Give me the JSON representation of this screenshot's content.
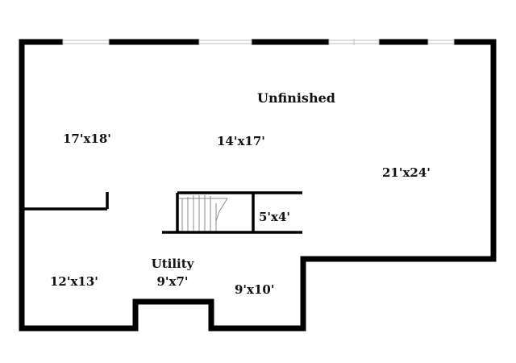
{
  "floorplan": {
    "title": "Unfinished",
    "rooms": [
      {
        "id": "room-left",
        "dim": "17'x18'"
      },
      {
        "id": "room-center",
        "dim": "14'x17'"
      },
      {
        "id": "room-right",
        "dim": "21'x24'"
      },
      {
        "id": "closet",
        "dim": "5'x4'"
      },
      {
        "id": "room-lower-left",
        "dim": "12'x13'"
      },
      {
        "id": "utility",
        "name": "Utility",
        "dim": "9'x7'"
      },
      {
        "id": "room-lower-right",
        "dim": "9'x10'"
      }
    ],
    "colors": {
      "wall": "#000000",
      "window": "#cfcfcf",
      "stair": "#8a8a8a",
      "background": "#ffffff"
    }
  }
}
